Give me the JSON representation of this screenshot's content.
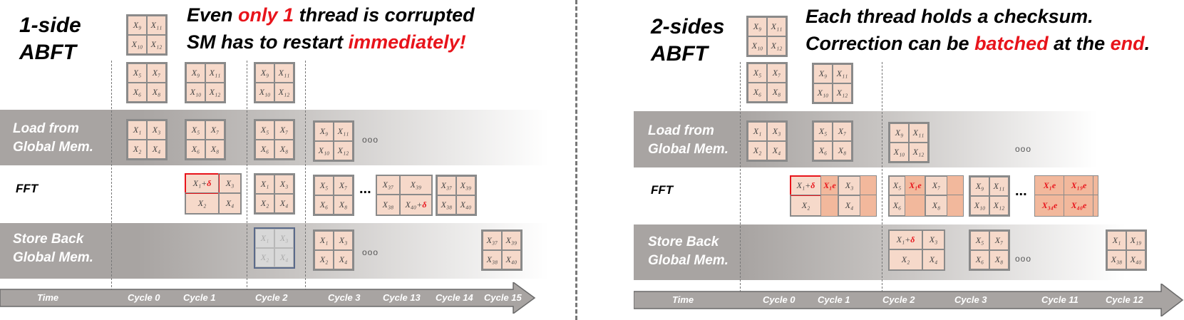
{
  "left": {
    "title_line1": "1-side",
    "title_line2": "ABFT",
    "head_line1_a": "Even ",
    "head_line1_b": "only 1",
    "head_line1_c": " thread is corrupted",
    "head_line2_a": "SM has to restart ",
    "head_line2_b": "immediately!",
    "row_load_1": "Load from",
    "row_load_2": "Global Mem.",
    "row_fft": "FFT",
    "row_store_1": "Store Back",
    "row_store_2": "Global Mem.",
    "time": "Time",
    "cycles": [
      "Cycle 0",
      "Cycle 1",
      "Cycle 2",
      "Cycle 3",
      "Cycle 13",
      "Cycle 14",
      "Cycle 15"
    ]
  },
  "right": {
    "title_line1": "2-sides",
    "title_line2": "ABFT",
    "head_line1": "Each thread holds a checksum.",
    "head_line2_a": "Correction can be ",
    "head_line2_b": "batched",
    "head_line2_c": " at the ",
    "head_line2_d": "end",
    "head_line2_e": ".",
    "row_load_1": "Load from",
    "row_load_2": "Global Mem.",
    "row_fft": "FFT",
    "row_store_1": "Store Back",
    "row_store_2": "Global Mem.",
    "time": "Time",
    "cycles": [
      "Cycle 0",
      "Cycle 1",
      "Cycle 2",
      "Cycle 3",
      "Cycle 11",
      "Cycle 12"
    ]
  },
  "dots": "ooo",
  "ellipsis": "...",
  "colors": {
    "accent_red": "#e8141b",
    "block_fill": "#f6d9ca",
    "checksum_fill": "#f2b89c",
    "band_gray": "#a8a4a2"
  }
}
